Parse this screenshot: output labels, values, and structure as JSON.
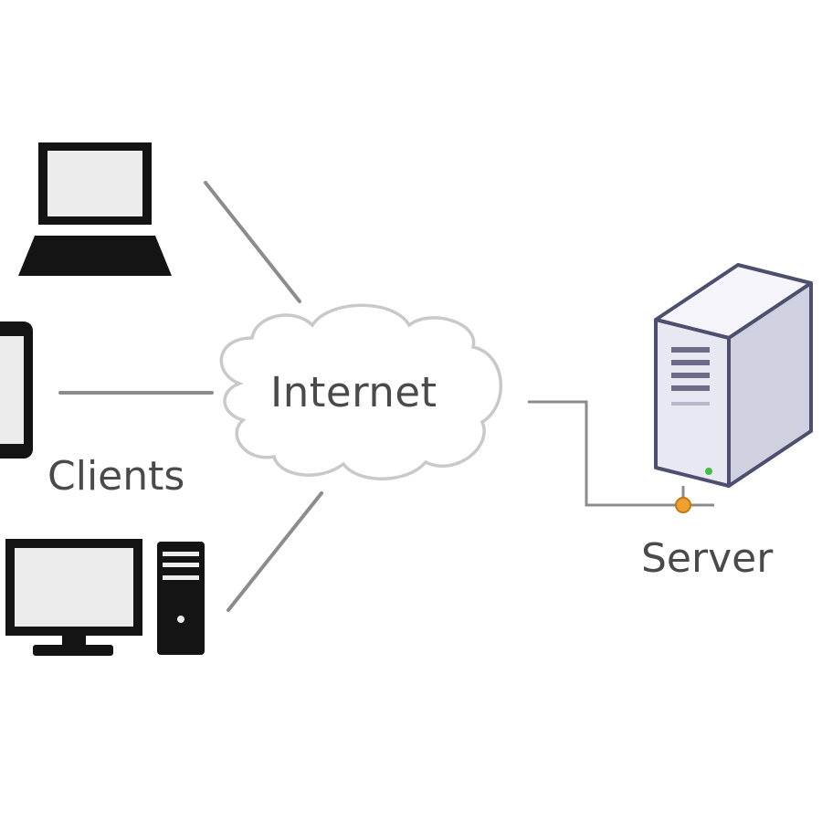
{
  "diagram": {
    "cloud_label": "Internet",
    "clients_label": "Clients",
    "server_label": "Server"
  },
  "icons": {
    "laptop": "laptop-icon",
    "tablet": "tablet-icon",
    "desktop": "desktop-computer-icon",
    "server": "server-tower-icon",
    "cloud": "cloud-icon",
    "network_port": "network-port-icon"
  },
  "colors": {
    "line": "#8c8c8c",
    "icon_dark": "#141414",
    "screen_fill": "#ececec",
    "cloud_stroke": "#c9c9c9",
    "server_body": "#e8e8f2",
    "server_edge": "#4d4f6e",
    "port_accent": "#f0a030",
    "led_green": "#3fbf3f",
    "label_text": "#4a4a4a"
  }
}
